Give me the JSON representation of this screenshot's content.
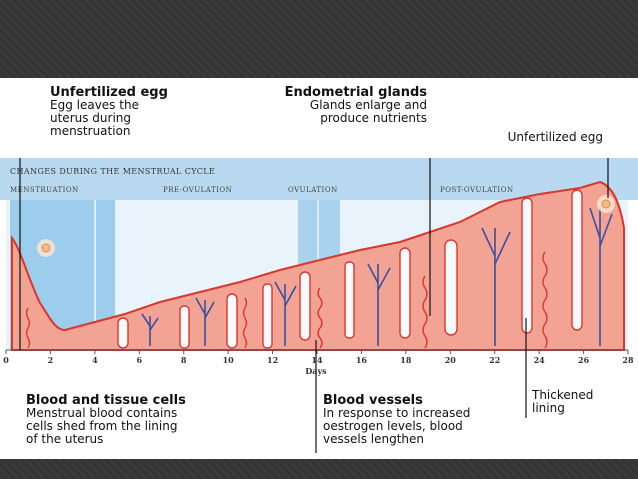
{
  "labels": {
    "unfertilized_egg_left": {
      "title": "Unfertilized egg",
      "lines": [
        "Egg leaves the",
        "uterus during",
        "menstruation"
      ]
    },
    "endometrial_glands": {
      "title": "Endometrial glands",
      "lines": [
        "Glands enlarge and",
        "produce nutrients"
      ]
    },
    "unfertilized_egg_right": {
      "text": "Unfertilized egg"
    },
    "blood_tissue": {
      "title": "Blood and tissue cells",
      "lines": [
        "Menstrual blood contains",
        "cells shed from the lining",
        "of the uterus"
      ]
    },
    "blood_vessels": {
      "title": "Blood vessels",
      "lines": [
        "In response to increased",
        "oestrogen levels, blood",
        "vessels lengthen"
      ]
    },
    "thickened": {
      "lines": [
        "Thickened",
        "lining"
      ]
    }
  },
  "chart": {
    "title": "Changes during the menstrual cycle",
    "phases": [
      "Menstruation",
      "Pre-ovulation",
      "Ovulation",
      "Post-ovulation"
    ],
    "axis_ticks": [
      "0",
      "2",
      "4",
      "6",
      "8",
      "10",
      "12",
      "14",
      "16",
      "18",
      "20",
      "22",
      "24",
      "26",
      "28"
    ],
    "axis_label": "Days"
  },
  "colors": {
    "band": "#b8d9ef",
    "plot_bg": "#e8f3fb",
    "highlight": "#8fc5ea",
    "tissue": "#f2a394",
    "tissue_edge": "#d9372e",
    "vessel": "#3a4fa0",
    "leader": "#111111"
  }
}
